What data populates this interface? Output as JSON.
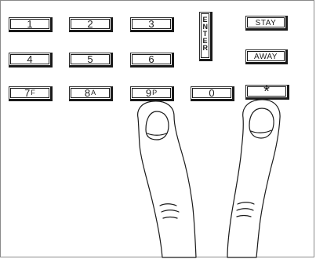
{
  "keypad": {
    "keys": {
      "k1": "1",
      "k2": "2",
      "k3": "3",
      "k4": "4",
      "k5": "5",
      "k6": "6",
      "k7": "7",
      "k7_sub": "F",
      "k8": "8",
      "k8_sub": "A",
      "k9": "9",
      "k9_sub": "P",
      "k0": "0",
      "star": "*"
    },
    "enter_label": "ENTER",
    "stay_label": "STAY",
    "away_label": "AWAY"
  },
  "colors": {
    "line": "#1a1a1a",
    "background": "#ffffff",
    "frame": "#8a8a8a"
  },
  "icons": {
    "left_finger": "finger-pressing-icon",
    "right_finger": "finger-pressing-icon"
  }
}
